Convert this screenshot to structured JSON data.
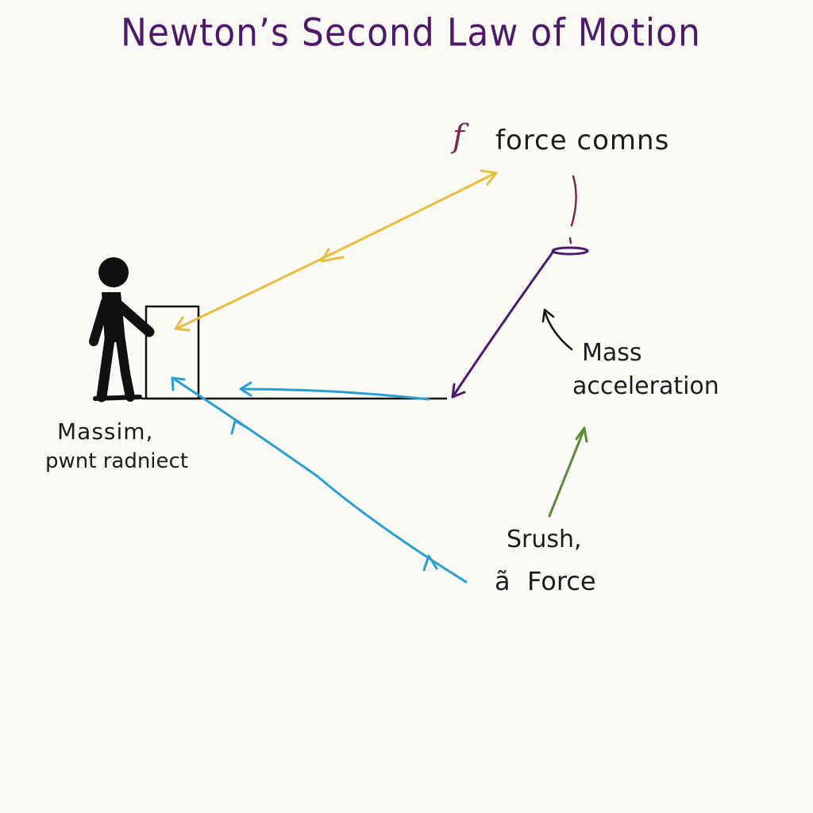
{
  "title": "Newton’s Second Law of Motion",
  "labels": {
    "force_symbol": "f",
    "force_label": "force comns",
    "mass": "Mass",
    "acceleration": "acceleration",
    "object_line1": "Massim,",
    "object_line2": "pwnt radniect",
    "side_line1": "Srush,",
    "side_symbol": "ã",
    "side_line2": "Force"
  },
  "colors": {
    "background": "#fbfaf6",
    "ink": "#111111",
    "title": "#4d1a6a",
    "yellow_arrow": "#e6bd3c",
    "blue_arrow": "#2a9fd0",
    "purple_arrow": "#4b1a6b",
    "green_arrow": "#5a8a38",
    "maroon_mark": "#7a2a4e"
  }
}
